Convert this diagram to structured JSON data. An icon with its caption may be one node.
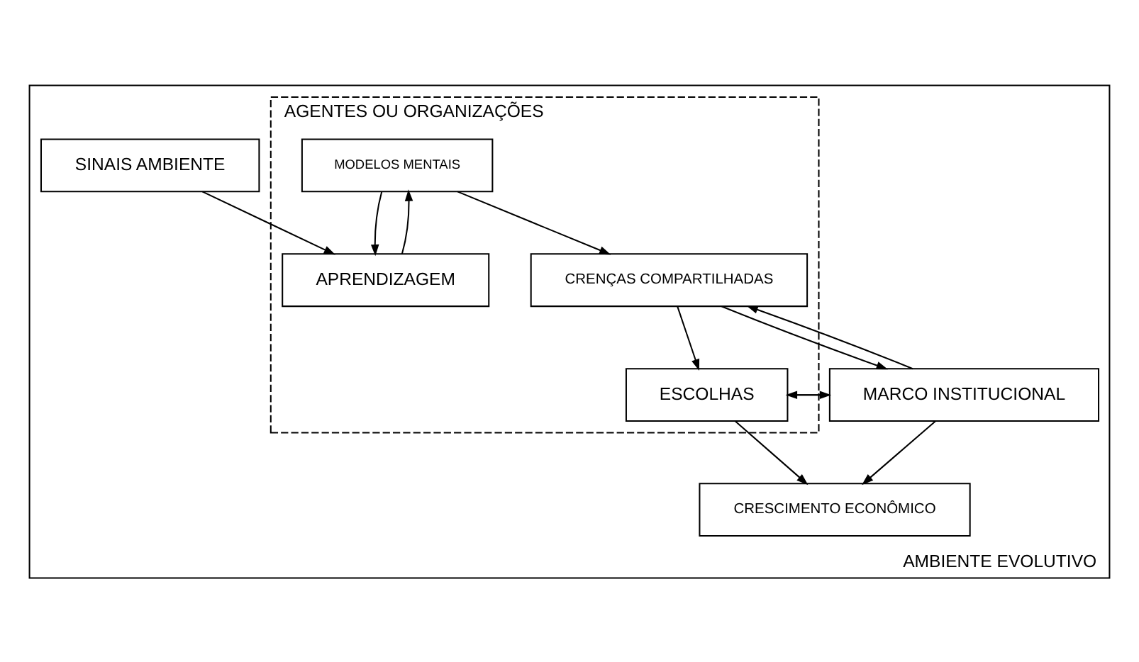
{
  "diagram": {
    "nodes": [
      {
        "text": [
          "AMBIENTE EVOLUTIVO"
        ]
      },
      {
        "text": [
          "MARCO INSTITUCIONAL"
        ],
        "in": 0
      },
      {
        "text": [
          "CRESCIMENTO ECONÔMICO"
        ],
        "in": 0
      },
      {
        "text": [
          "AGENTES OU ORGANIZAÇÕES"
        ],
        "in": 0
      },
      {
        "text": [
          "MODELOS MENTAIS"
        ],
        "in": 3
      },
      {
        "text": [
          "CRENÇAS COMPARTILHADAS"
        ],
        "in": 3
      },
      {
        "text": [
          "ESCOLHAS"
        ],
        "in": 3
      },
      {
        "text": [
          "APRENDIZAGEM"
        ],
        "in": 3
      },
      {
        "text": [
          "SINAIS AMBIENTE"
        ],
        "in": 0
      }
    ],
    "edges": [
      {
        "from": 5,
        "to": 1,
        "arrow": "to"
      },
      {
        "from": 1,
        "to": 5,
        "arrow": "to"
      },
      {
        "from": 6,
        "to": 1,
        "arrow": "to"
      },
      {
        "from": 1,
        "to": 6,
        "arrow": "to"
      },
      {
        "from": 1,
        "to": 2,
        "arrow": "to"
      },
      {
        "from": 6,
        "to": 2,
        "arrow": "to"
      },
      {
        "from": 4,
        "to": 5,
        "arrow": "to"
      },
      {
        "from": 5,
        "to": 6,
        "arrow": "to"
      },
      {
        "from": 4,
        "to": 7,
        "arrow": "to"
      },
      {
        "from": 7,
        "to": 4,
        "arrow": "to"
      },
      {
        "from": 8,
        "to": 7,
        "arrow": "to"
      }
    ]
  }
}
